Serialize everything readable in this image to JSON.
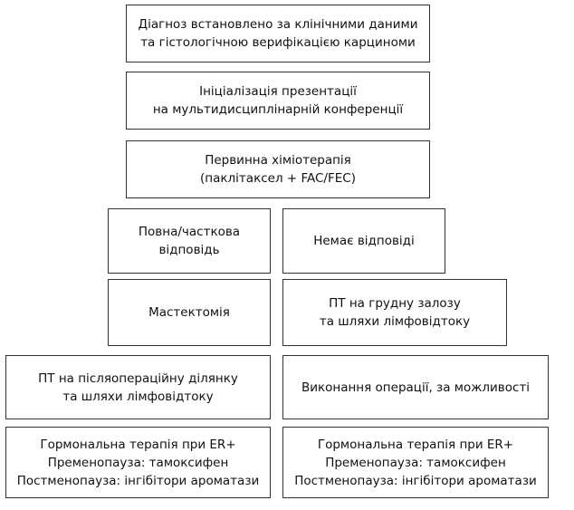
{
  "flowchart": {
    "diagnosis": [
      "Діагноз встановлено за клінічними даними",
      "та гістологічною верифікацією карциноми"
    ],
    "initialization": [
      "Ініціалізація презентації",
      "на мультидисциплінарній конференції"
    ],
    "chemo": [
      "Первинна хіміотерапія",
      "(паклітаксел + FAC/FEC)"
    ],
    "left": {
      "response": [
        "Повна/часткова",
        "відповідь"
      ],
      "surgery": [
        "Мастектомія"
      ],
      "radiation": [
        "ПТ на післяопераційну ділянку",
        "та шляхи лімфовідтоку"
      ],
      "hormonal": [
        "Гормональна терапія при ER+",
        "Пременопауза: тамоксифен",
        "Постменопауза: інгібітори ароматази"
      ]
    },
    "right": {
      "response": [
        "Немає відповіді"
      ],
      "radiation": [
        "ПТ на грудну залозу",
        "та шляхи лімфовідтоку"
      ],
      "surgery": [
        "Виконання операції, за можливості"
      ],
      "hormonal": [
        "Гормональна терапія при ER+",
        "Пременопауза: тамоксифен",
        "Постменопауза: інгібітори ароматази"
      ]
    }
  }
}
